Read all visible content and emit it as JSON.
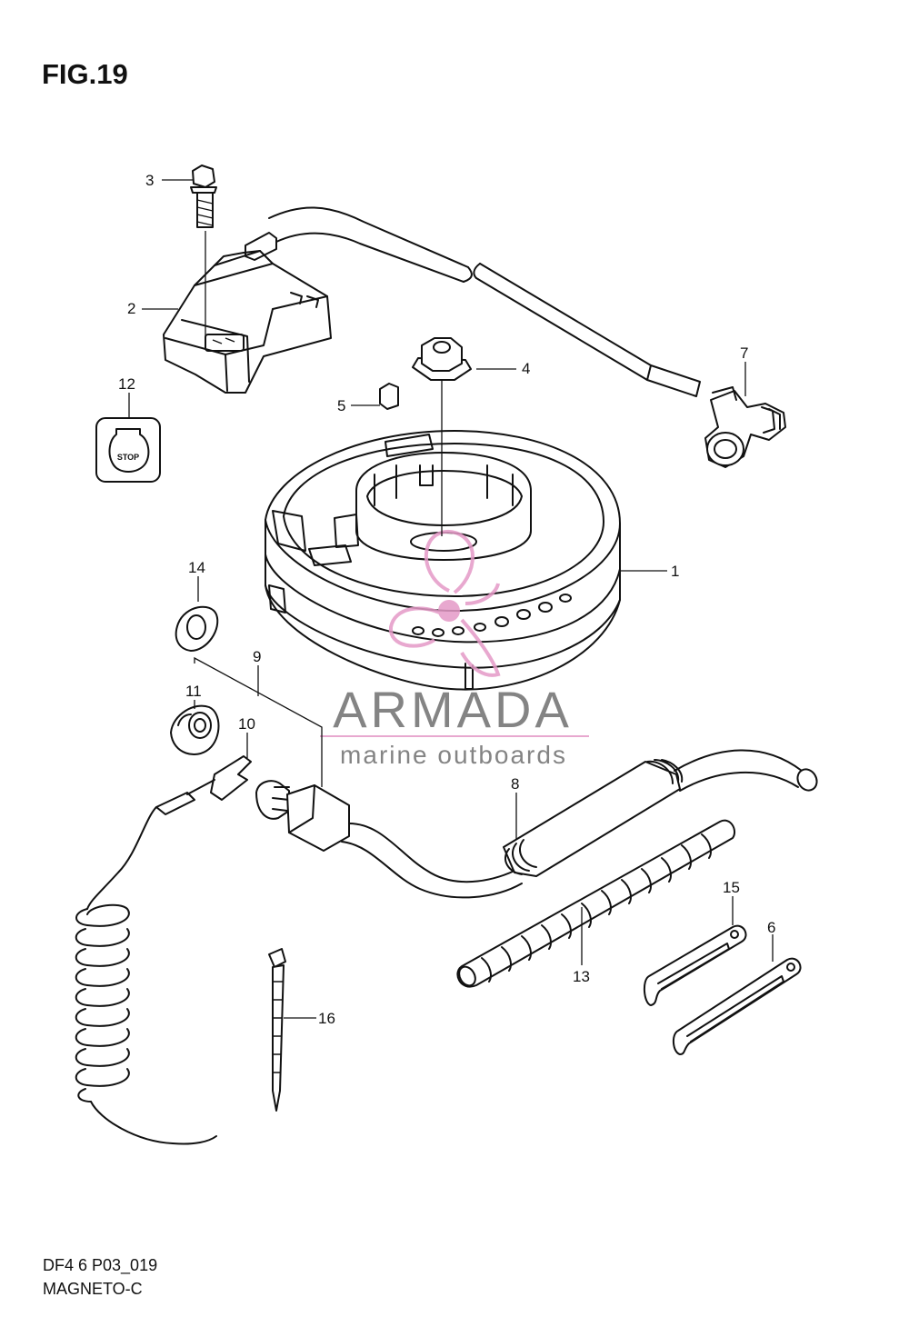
{
  "figure": {
    "title": "FIG.19",
    "code": "DF4 6 P03_019",
    "name": "MAGNETO-C"
  },
  "stop_switch": {
    "label": "STOP"
  },
  "callouts": [
    "1",
    "2",
    "3",
    "4",
    "5",
    "6",
    "7",
    "8",
    "9",
    "10",
    "11",
    "12",
    "13",
    "14",
    "15",
    "16"
  ],
  "watermark": {
    "brand": "ARMADA",
    "tagline": "marine outboards",
    "colors": {
      "text": "#6f6f6f",
      "accent": "#e59ac7"
    }
  }
}
